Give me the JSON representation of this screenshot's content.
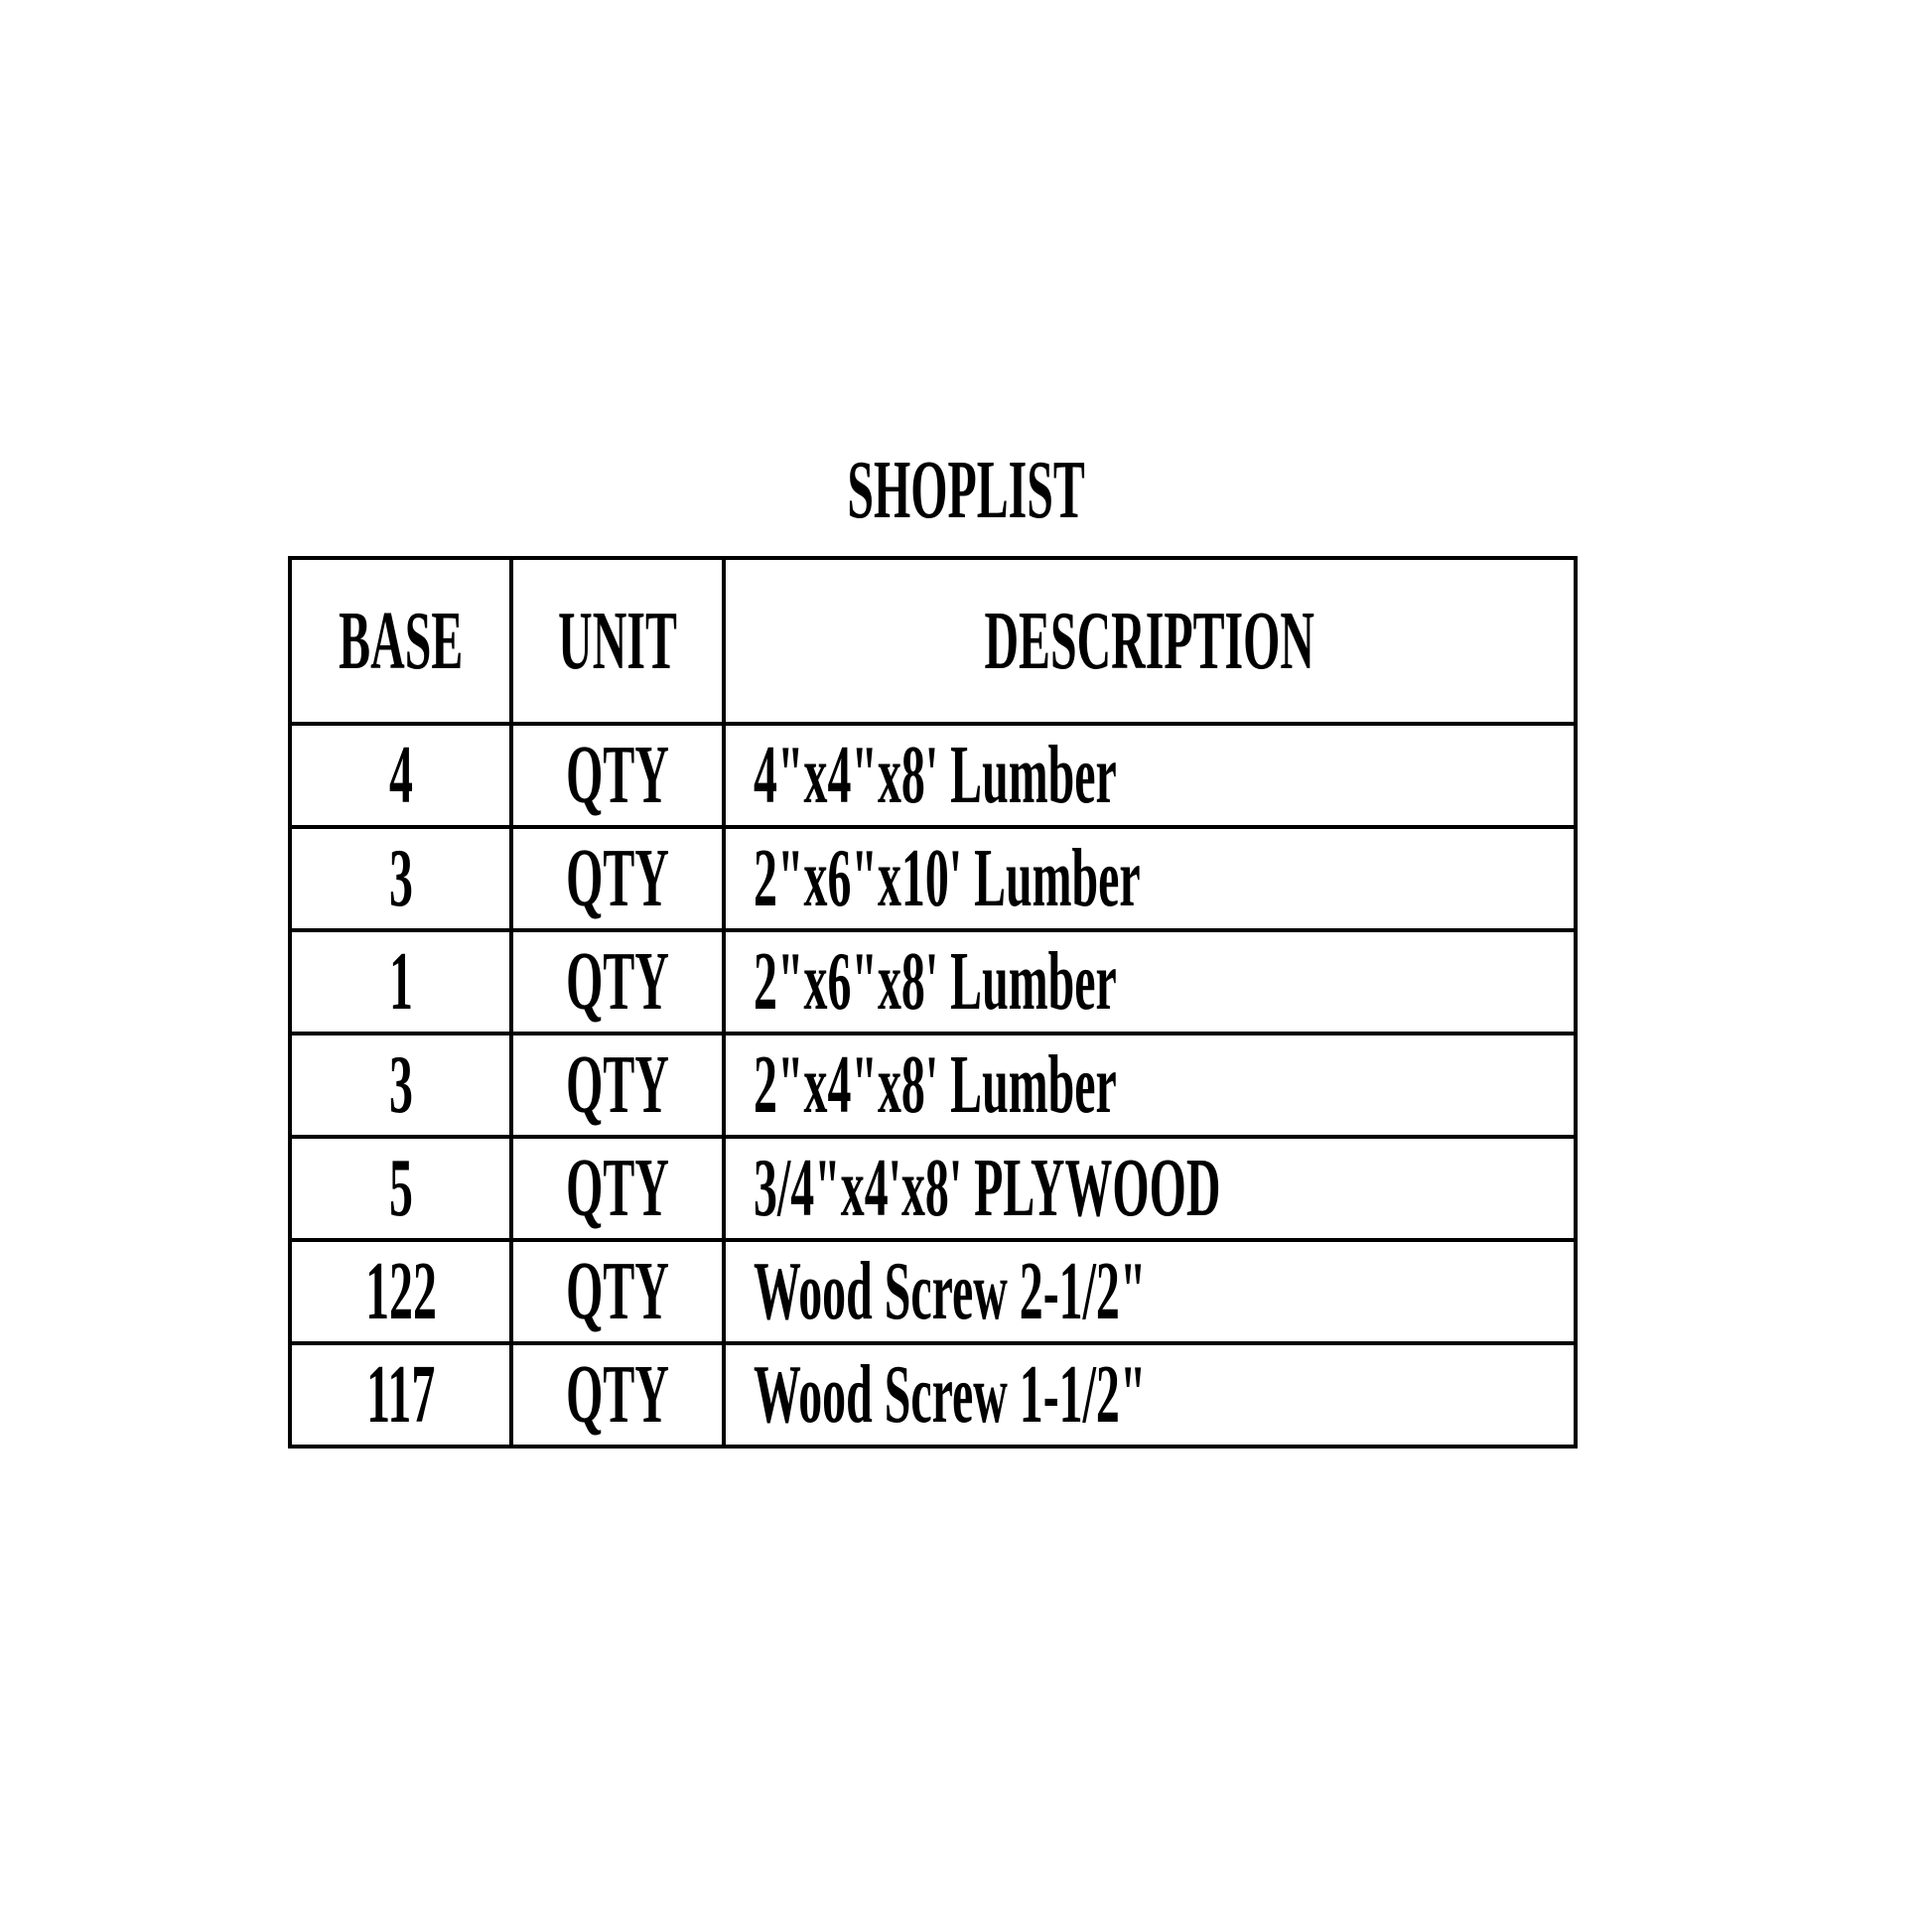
{
  "page": {
    "background_color": "#ffffff",
    "text_color": "#000000",
    "border_color": "#000000"
  },
  "title": "SHOPLIST",
  "table": {
    "columns": [
      {
        "key": "base",
        "label": "BASE"
      },
      {
        "key": "unit",
        "label": "UNIT"
      },
      {
        "key": "description",
        "label": "DESCRIPTION"
      }
    ],
    "rows": [
      {
        "base": "4",
        "unit": "QTY",
        "description": "4\"x4\"x8' Lumber"
      },
      {
        "base": "3",
        "unit": "QTY",
        "description": "2\"x6\"x10' Lumber"
      },
      {
        "base": "1",
        "unit": "QTY",
        "description": "2\"x6\"x8' Lumber"
      },
      {
        "base": "3",
        "unit": "QTY",
        "description": "2\"x4\"x8' Lumber"
      },
      {
        "base": "5",
        "unit": "QTY",
        "description": "3/4\"x4'x8' PLYWOOD"
      },
      {
        "base": "122",
        "unit": "QTY",
        "description": "Wood Screw 2-1/2\""
      },
      {
        "base": "117",
        "unit": "QTY",
        "description": "Wood Screw 1-1/2\""
      }
    ]
  }
}
